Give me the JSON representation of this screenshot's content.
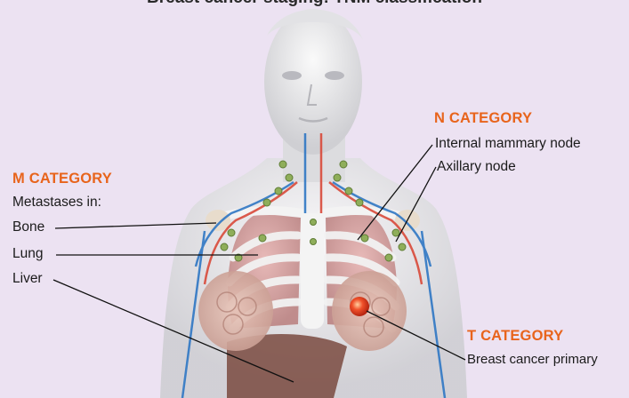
{
  "title": "Breast cancer staging: TNM classification",
  "m_category": {
    "heading": "M CATEGORY",
    "intro": "Metastases in:",
    "items": [
      "Bone",
      "Lung",
      "Liver"
    ]
  },
  "n_category": {
    "heading": "N CATEGORY",
    "items": [
      "Internal mammary node",
      "Axillary node"
    ]
  },
  "t_category": {
    "heading": "T CATEGORY",
    "items": [
      "Breast cancer primary"
    ]
  },
  "colors": {
    "background": "#ece2f2",
    "category_heading": "#e8641c",
    "label_text": "#1b1b1b",
    "leader_line": "#111111",
    "tumor": "#e83a1e"
  }
}
